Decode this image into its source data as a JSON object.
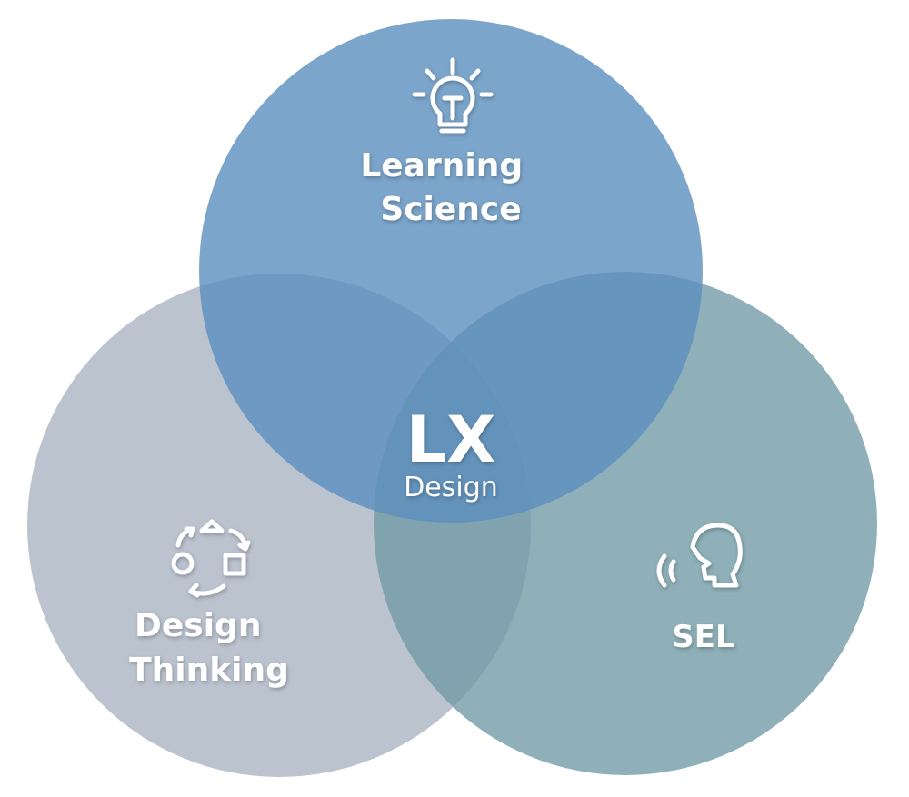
{
  "diagram": {
    "center": {
      "title": "LX",
      "subtitle": "Design"
    },
    "circles": [
      {
        "id": "learning-science",
        "lines": [
          "Learning",
          "Science"
        ],
        "color": "#6b9cc6",
        "icon": "lightbulb-icon"
      },
      {
        "id": "design-thinking",
        "lines": [
          "Design",
          "Thinking"
        ],
        "color": "#aab4c3",
        "icon": "cycle-shapes-icon"
      },
      {
        "id": "sel",
        "lines": [
          "SEL"
        ],
        "color": "#6f9aa5",
        "icon": "speaking-head-icon"
      }
    ]
  }
}
